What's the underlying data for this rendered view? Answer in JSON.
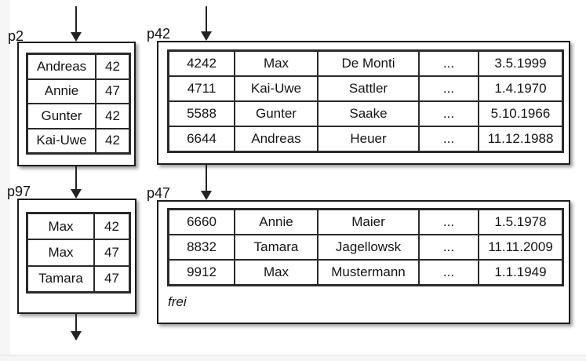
{
  "diagram": {
    "kind": "database-index-pages",
    "colors": {
      "line": "#222222",
      "border": "#1c1c1c",
      "left_margin": "#f6f6f6",
      "footer": "#f5f5f5"
    },
    "boxes": [
      {
        "id": "p2",
        "label": "p2",
        "rows": [
          [
            "Andreas",
            "42"
          ],
          [
            "Annie",
            "47"
          ],
          [
            "Gunter",
            "42"
          ],
          [
            "Kai-Uwe",
            "42"
          ]
        ]
      },
      {
        "id": "p42",
        "label": "p42",
        "rows": [
          [
            "4242",
            "Max",
            "De Monti",
            "...",
            "3.5.1999"
          ],
          [
            "4711",
            "Kai-Uwe",
            "Sattler",
            "...",
            "1.4.1970"
          ],
          [
            "5588",
            "Gunter",
            "Saake",
            "...",
            "5.10.1966"
          ],
          [
            "6644",
            "Andreas",
            "Heuer",
            "...",
            "11.12.1988"
          ]
        ]
      },
      {
        "id": "p97",
        "label": "p97",
        "rows": [
          [
            "Max",
            "42"
          ],
          [
            "Max",
            "47"
          ],
          [
            "Tamara",
            "47"
          ]
        ]
      },
      {
        "id": "p47",
        "label": "p47",
        "rows": [
          [
            "6660",
            "Annie",
            "Maier",
            "...",
            "1.5.1978"
          ],
          [
            "8832",
            "Tamara",
            "Jagellowsk",
            "...",
            "11.11.2009"
          ],
          [
            "9912",
            "Max",
            "Mustermann",
            "...",
            "1.1.1949"
          ]
        ],
        "free_label": "frei"
      }
    ]
  }
}
